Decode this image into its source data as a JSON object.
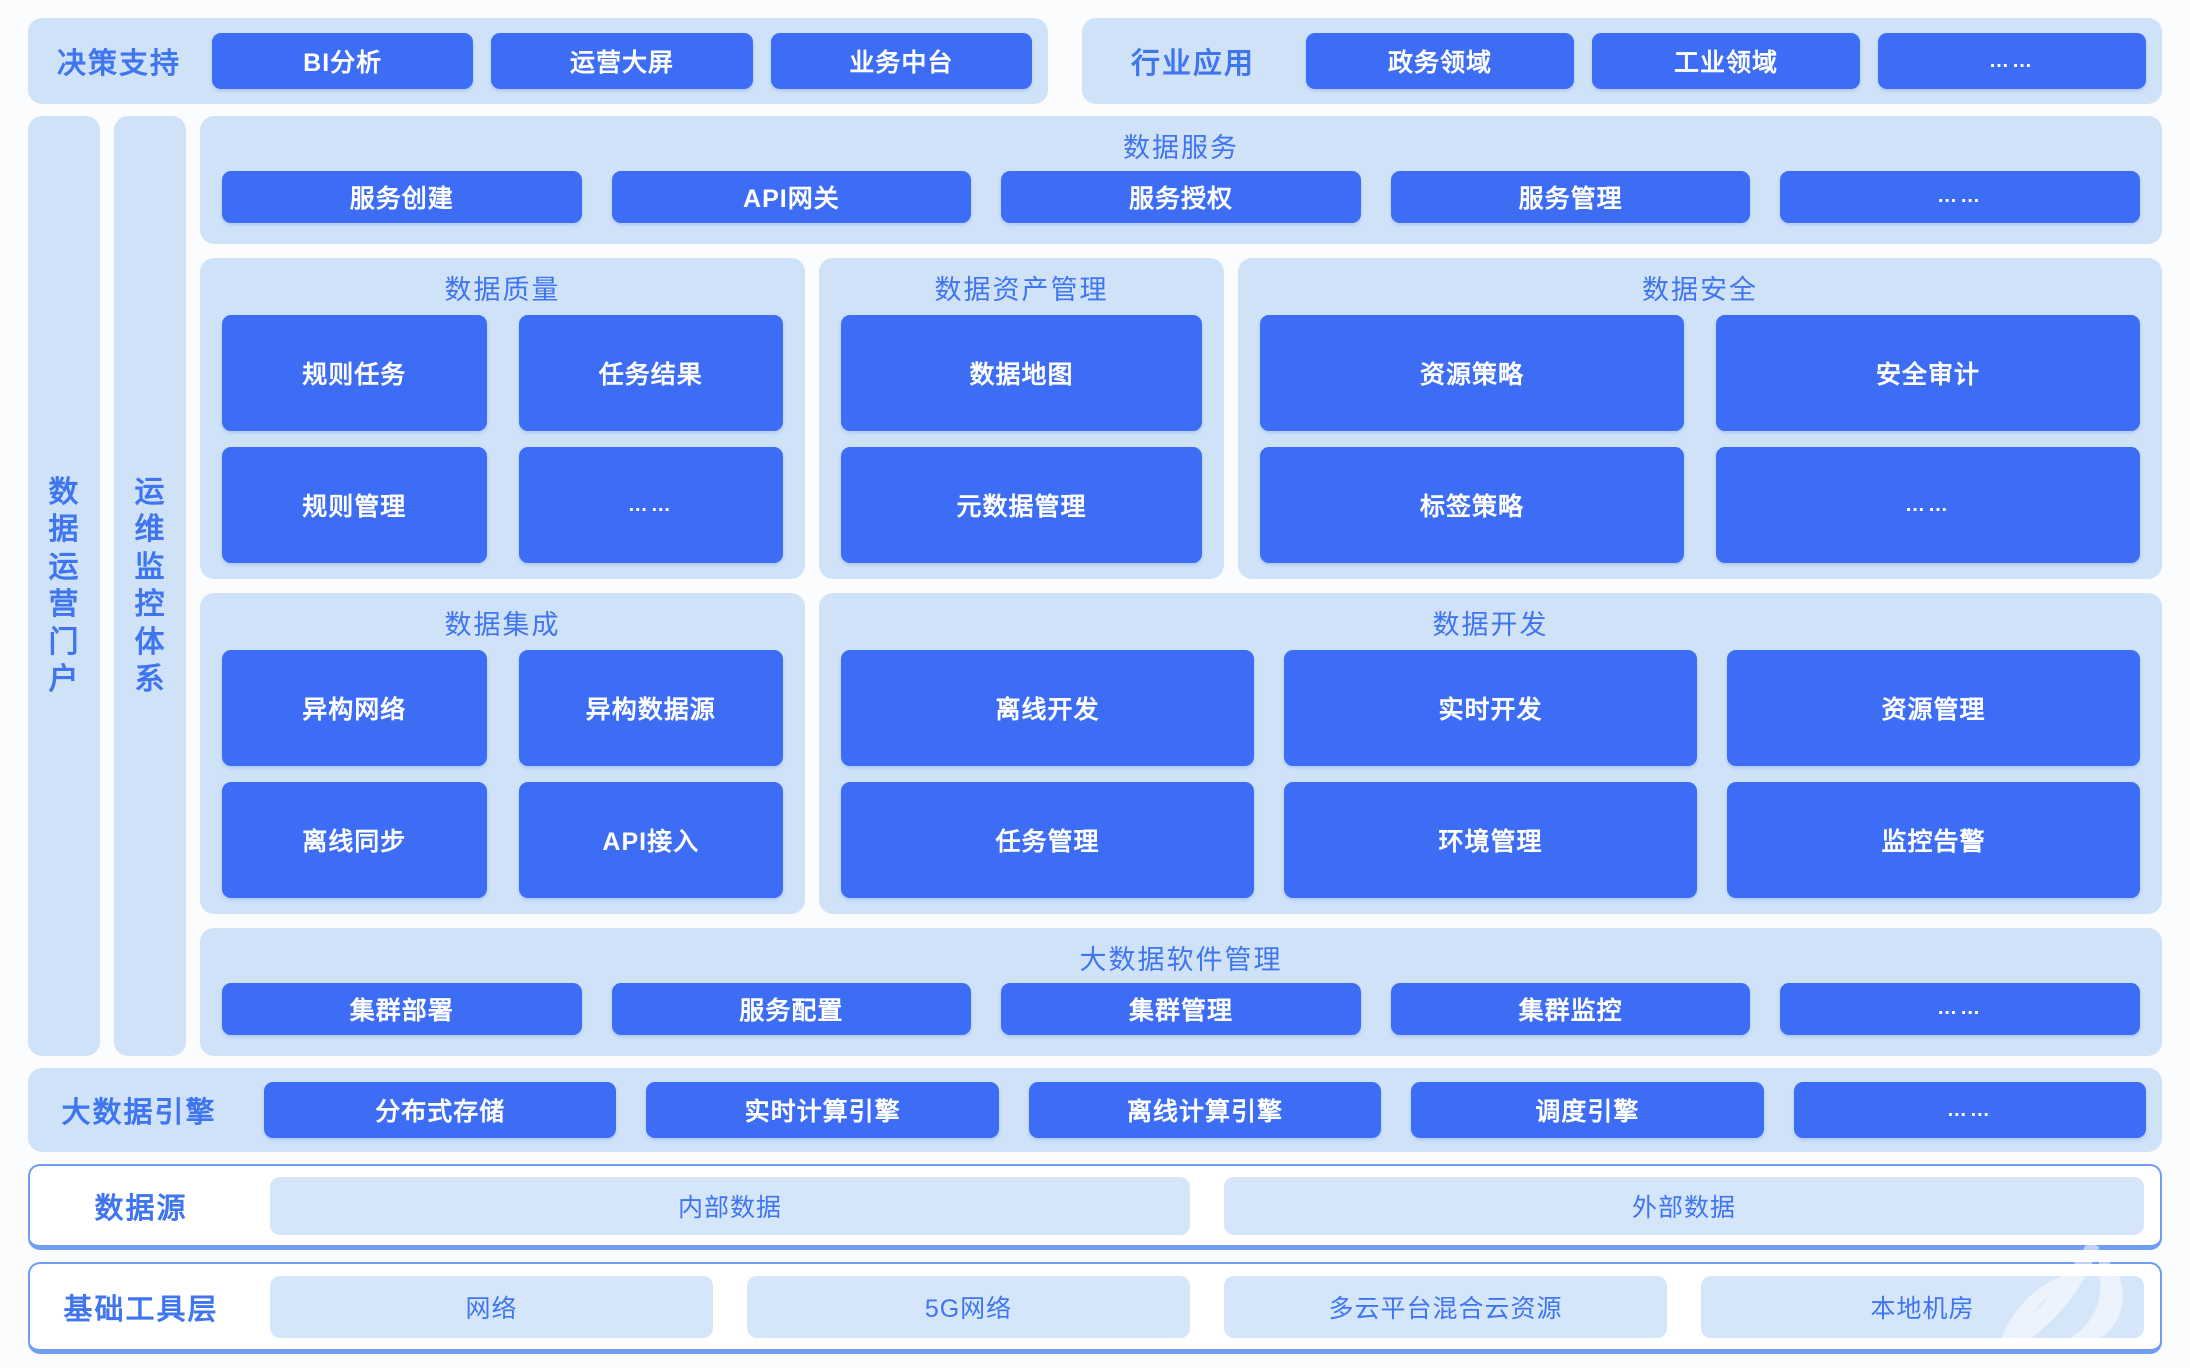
{
  "decision": {
    "label": "决策支持",
    "items": [
      "BI分析",
      "运营大屏",
      "业务中台"
    ]
  },
  "industry": {
    "label": "行业应用",
    "items": [
      "政务领域",
      "工业领域",
      "……"
    ]
  },
  "sidebars": [
    {
      "label": "数据运营门户"
    },
    {
      "label": "运维监控体系"
    }
  ],
  "services": {
    "title": "数据服务",
    "items": [
      "服务创建",
      "API网关",
      "服务授权",
      "服务管理",
      "……"
    ]
  },
  "quality": {
    "title": "数据质量",
    "items": [
      "规则任务",
      "任务结果",
      "规则管理",
      "……"
    ]
  },
  "asset": {
    "title": "数据资产管理",
    "items": [
      "数据地图",
      "元数据管理"
    ]
  },
  "security": {
    "title": "数据安全",
    "items": [
      "资源策略",
      "安全审计",
      "标签策略",
      "……"
    ]
  },
  "integration": {
    "title": "数据集成",
    "items": [
      "异构网络",
      "异构数据源",
      "离线同步",
      "API接入"
    ]
  },
  "development": {
    "title": "数据开发",
    "items": [
      "离线开发",
      "实时开发",
      "资源管理",
      "任务管理",
      "环境管理",
      "监控告警"
    ]
  },
  "software": {
    "title": "大数据软件管理",
    "items": [
      "集群部署",
      "服务配置",
      "集群管理",
      "集群监控",
      "……"
    ]
  },
  "engine": {
    "label": "大数据引擎",
    "items": [
      "分布式存储",
      "实时计算引擎",
      "离线计算引擎",
      "调度引擎",
      "……"
    ]
  },
  "datasource": {
    "label": "数据源",
    "items": [
      "内部数据",
      "外部数据"
    ]
  },
  "infrastructure": {
    "label": "基础工具层",
    "items": [
      "网络",
      "5G网络",
      "多云平台混合云资源",
      "本地机房"
    ]
  },
  "colors": {
    "chip_blue": "#3d6df4",
    "panel_light": "#cfe2f8",
    "soft_chip": "#d5e5fa",
    "text_blue": "#3f76ef",
    "page_bg": "#fbfcfe",
    "outline_blue": "#6f9df2"
  }
}
